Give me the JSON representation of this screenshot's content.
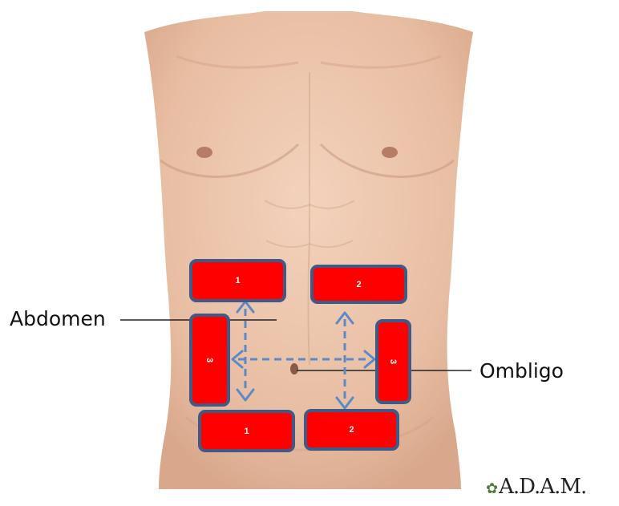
{
  "labels": {
    "abdomen": "Abdomen",
    "navel": "Ombligo"
  },
  "zones": [
    {
      "id": "upper-left",
      "label": "1"
    },
    {
      "id": "upper-right",
      "label": "2"
    },
    {
      "id": "side-left",
      "label": "3"
    },
    {
      "id": "side-right",
      "label": "3"
    },
    {
      "id": "lower-left",
      "label": "1"
    },
    {
      "id": "lower-right",
      "label": "2"
    }
  ],
  "brand": {
    "logo_text": "A.D.A.M.",
    "logo_icon": "leaf-icon"
  },
  "colors": {
    "zone_fill": "#ff0000",
    "zone_border": "#3f5a86",
    "arrow": "#5b8ac6",
    "skin": "#ecc3a7"
  }
}
